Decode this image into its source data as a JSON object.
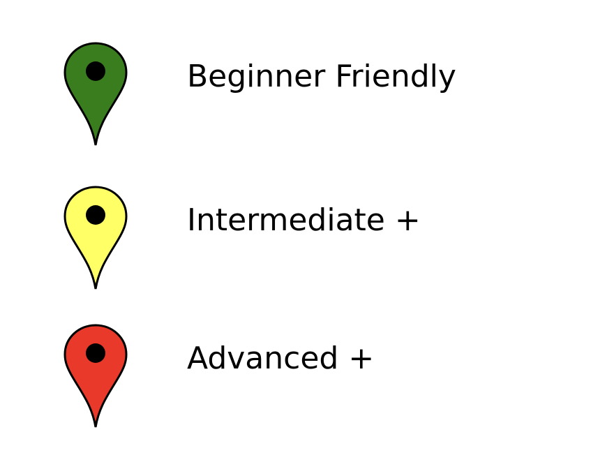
{
  "legend": {
    "items": [
      {
        "label": "Beginner Friendly",
        "icon": "map-pin-icon",
        "color": "#3a7d1f"
      },
      {
        "label": "Intermediate +",
        "icon": "map-pin-icon",
        "color": "#ffff66"
      },
      {
        "label": "Advanced +",
        "icon": "map-pin-icon",
        "color": "#e8392a"
      }
    ]
  }
}
